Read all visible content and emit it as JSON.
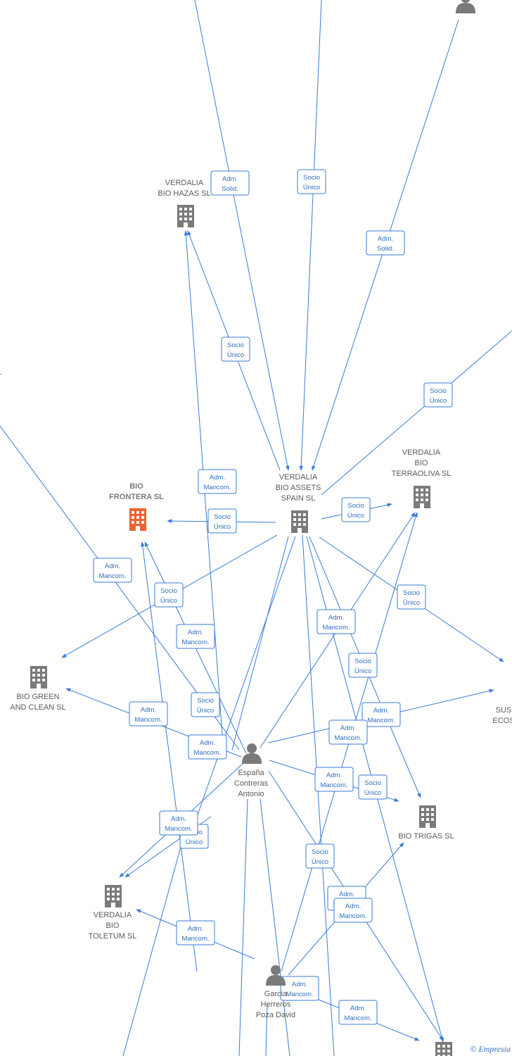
{
  "colors": {
    "edge": "#3a7bd5",
    "company": "#7a7a7a",
    "focus_company": "#f0622c",
    "person": "#7a7a7a",
    "label_border": "#3a7bd5",
    "label_text": "#2f6fbf"
  },
  "nodes": [
    {
      "id": "hazas",
      "kind": "company",
      "icon": "building-icon",
      "lines": [
        "VERDALIA",
        "BIO HAZAS  SL"
      ]
    },
    {
      "id": "assets",
      "kind": "company",
      "icon": "building-icon",
      "lines": [
        "VERDALIA",
        "BIO ASSETS",
        "SPAIN  SL"
      ]
    },
    {
      "id": "terraoliva",
      "kind": "company",
      "icon": "building-icon",
      "lines": [
        "VERDALIA",
        "BIO",
        "TERRAOLIVA  SL"
      ]
    },
    {
      "id": "frontera",
      "kind": "focus-company",
      "icon": "building-icon",
      "lines": [
        "BIO",
        "FRONTERA  SL"
      ]
    },
    {
      "id": "greenclean",
      "kind": "company",
      "icon": "building-icon",
      "lines": [
        "BIO GREEN",
        "AND CLEAN  SL"
      ]
    },
    {
      "id": "trigas",
      "kind": "company",
      "icon": "building-icon",
      "lines": [
        "BIO TRIGAS  SL"
      ]
    },
    {
      "id": "toletum",
      "kind": "company",
      "icon": "building-icon",
      "lines": [
        "VERDALIA",
        "BIO",
        "TOLETUM  SL"
      ]
    },
    {
      "id": "sus",
      "kind": "company",
      "icon": "building-icon",
      "lines": [
        "SUS",
        "ECOS"
      ]
    },
    {
      "id": "leftl",
      "kind": "company",
      "icon": "",
      "lines": [
        "L"
      ]
    },
    {
      "id": "bottomco",
      "kind": "company",
      "icon": "building-icon",
      "lines": []
    },
    {
      "id": "espana",
      "kind": "person",
      "icon": "person-icon",
      "lines": [
        "España",
        "Contreras",
        "Antonio"
      ]
    },
    {
      "id": "garcia",
      "kind": "person",
      "icon": "person-icon",
      "lines": [
        "Garcia",
        "Herreros",
        "Poza David"
      ]
    },
    {
      "id": "topperson",
      "kind": "person",
      "icon": "person-icon",
      "lines": []
    }
  ],
  "edge_labels": [
    {
      "lines": [
        "Adm.",
        "Solid."
      ]
    },
    {
      "lines": [
        "Socio",
        "Único"
      ]
    },
    {
      "lines": [
        "Adm.",
        "Solid."
      ]
    },
    {
      "lines": [
        "Socio",
        "Único"
      ]
    },
    {
      "lines": [
        "Socio",
        "Único"
      ]
    },
    {
      "lines": [
        "Adm.",
        "Mancom."
      ]
    },
    {
      "lines": [
        "Socio",
        "Único"
      ]
    },
    {
      "lines": [
        "Socio",
        "Único"
      ]
    },
    {
      "lines": [
        "Adm.",
        "Mancom."
      ]
    },
    {
      "lines": [
        "Socio",
        "Único"
      ]
    },
    {
      "lines": [
        "Socio",
        "Único"
      ]
    },
    {
      "lines": [
        "Adm.",
        "Mancom."
      ]
    },
    {
      "lines": [
        "Adm.",
        "Mancom."
      ]
    },
    {
      "lines": [
        "Socio",
        "Único"
      ]
    },
    {
      "lines": [
        "Adm.",
        "Mancom."
      ]
    },
    {
      "lines": [
        "Socio",
        "Único"
      ]
    },
    {
      "lines": [
        "Adm.",
        "Mancom."
      ]
    },
    {
      "lines": [
        "Adm.",
        "Mancom."
      ]
    },
    {
      "lines": [
        "Adm.",
        "Mancom."
      ]
    },
    {
      "lines": [
        "Adm.",
        "Mancom."
      ]
    },
    {
      "lines": [
        "Socio",
        "Único"
      ]
    },
    {
      "lines": [
        "Socio",
        "Único"
      ]
    },
    {
      "lines": [
        "Adm.",
        "Mancom."
      ]
    },
    {
      "lines": [
        "Socio",
        "Único"
      ]
    },
    {
      "lines": [
        "Adm.",
        "Mancom."
      ]
    },
    {
      "lines": [
        "Adm.",
        "Mancom."
      ]
    },
    {
      "lines": [
        "Adm.",
        "Mancom."
      ]
    },
    {
      "lines": [
        "Adm.",
        "Mancom."
      ]
    },
    {
      "lines": [
        "Adm.",
        "Mancom."
      ]
    }
  ],
  "footer": {
    "copyright_symbol": "©",
    "brand": "Empresia"
  }
}
